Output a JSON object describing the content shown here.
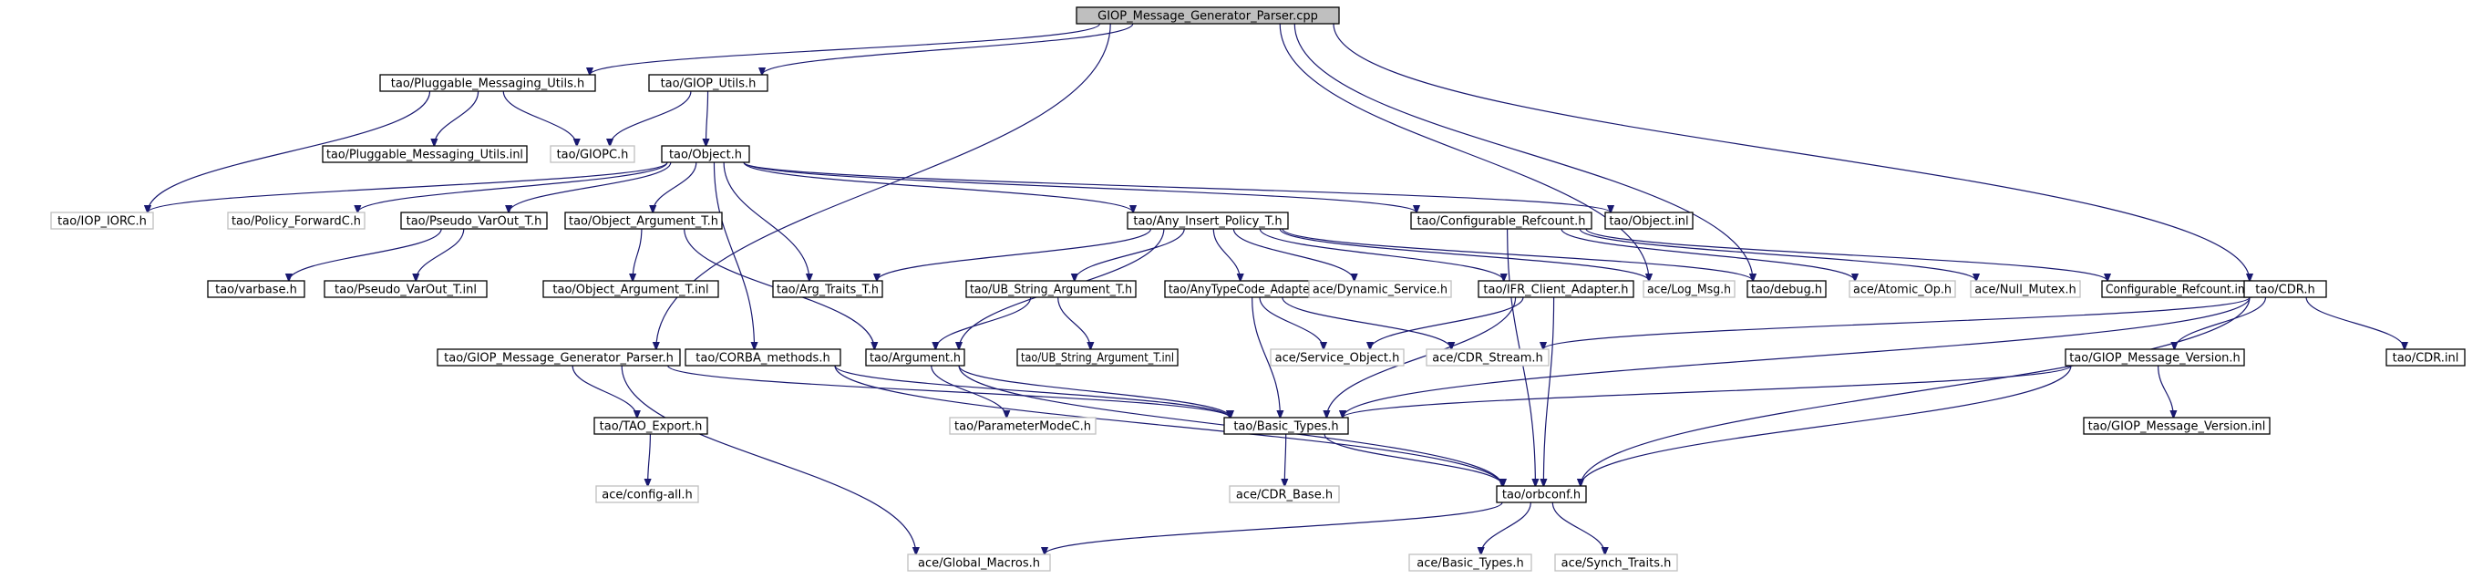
{
  "diagram": {
    "colors": {
      "edge": "#191970",
      "node_border": "#000000",
      "external_border": "#bfbfbf",
      "root_fill": "#bfbfbf",
      "text": "#000000"
    },
    "nodes": [
      {
        "id": "root",
        "label": "GIOP_Message_Generator_Parser.cpp",
        "style": "root"
      },
      {
        "id": "pmu",
        "label": "tao/Pluggable_Messaging_Utils.h",
        "style": "normal"
      },
      {
        "id": "giopu",
        "label": "tao/GIOP_Utils.h",
        "style": "normal"
      },
      {
        "id": "pmui",
        "label": "tao/Pluggable_Messaging_Utils.inl",
        "style": "normal"
      },
      {
        "id": "giopc",
        "label": "tao/GIOPC.h",
        "style": "external"
      },
      {
        "id": "obj",
        "label": "tao/Object.h",
        "style": "normal"
      },
      {
        "id": "iop",
        "label": "tao/IOP_IORC.h",
        "style": "external"
      },
      {
        "id": "pfwd",
        "label": "tao/Policy_ForwardC.h",
        "style": "external"
      },
      {
        "id": "pvo",
        "label": "tao/Pseudo_VarOut_T.h",
        "style": "normal"
      },
      {
        "id": "oat",
        "label": "tao/Object_Argument_T.h",
        "style": "normal"
      },
      {
        "id": "aip",
        "label": "tao/Any_Insert_Policy_T.h",
        "style": "normal"
      },
      {
        "id": "cref",
        "label": "tao/Configurable_Refcount.h",
        "style": "normal"
      },
      {
        "id": "objinl",
        "label": "tao/Object.inl",
        "style": "normal"
      },
      {
        "id": "varbase",
        "label": "tao/varbase.h",
        "style": "normal"
      },
      {
        "id": "pvoi",
        "label": "tao/Pseudo_VarOut_T.inl",
        "style": "normal"
      },
      {
        "id": "oati",
        "label": "tao/Object_Argument_T.inl",
        "style": "normal"
      },
      {
        "id": "argt",
        "label": "tao/Arg_Traits_T.h",
        "style": "normal"
      },
      {
        "id": "ubs",
        "label": "tao/UB_String_Argument_T.h",
        "style": "normal"
      },
      {
        "id": "atca",
        "label": "tao/AnyTypeCode_Adapter.h",
        "style": "normal"
      },
      {
        "id": "dyn",
        "label": "ace/Dynamic_Service.h",
        "style": "external"
      },
      {
        "id": "ifr",
        "label": "tao/IFR_Client_Adapter.h",
        "style": "normal"
      },
      {
        "id": "logmsg",
        "label": "ace/Log_Msg.h",
        "style": "external"
      },
      {
        "id": "debug",
        "label": "tao/debug.h",
        "style": "normal"
      },
      {
        "id": "atomic",
        "label": "ace/Atomic_Op.h",
        "style": "external"
      },
      {
        "id": "nullm",
        "label": "ace/Null_Mutex.h",
        "style": "external"
      },
      {
        "id": "crefi",
        "label": "Configurable_Refcount.inl",
        "style": "normal"
      },
      {
        "id": "cdr",
        "label": "tao/CDR.h",
        "style": "normal"
      },
      {
        "id": "gmgp",
        "label": "tao/GIOP_Message_Generator_Parser.h",
        "style": "normal"
      },
      {
        "id": "corbam",
        "label": "tao/CORBA_methods.h",
        "style": "normal"
      },
      {
        "id": "arg",
        "label": "tao/Argument.h",
        "style": "normal"
      },
      {
        "id": "ubsi",
        "label": "tao/UB_String_Argument_T.inl",
        "style": "normal"
      },
      {
        "id": "svcobj",
        "label": "ace/Service_Object.h",
        "style": "external"
      },
      {
        "id": "cdrstream",
        "label": "ace/CDR_Stream.h",
        "style": "external"
      },
      {
        "id": "gmv",
        "label": "tao/GIOP_Message_Version.h",
        "style": "normal"
      },
      {
        "id": "cdri",
        "label": "tao/CDR.inl",
        "style": "normal"
      },
      {
        "id": "taoexp",
        "label": "tao/TAO_Export.h",
        "style": "normal"
      },
      {
        "id": "pmodec",
        "label": "tao/ParameterModeC.h",
        "style": "external"
      },
      {
        "id": "btypes",
        "label": "tao/Basic_Types.h",
        "style": "normal"
      },
      {
        "id": "gmvi",
        "label": "tao/GIOP_Message_Version.inl",
        "style": "normal"
      },
      {
        "id": "cfgall",
        "label": "ace/config-all.h",
        "style": "external"
      },
      {
        "id": "cdrbase",
        "label": "ace/CDR_Base.h",
        "style": "external"
      },
      {
        "id": "orbconf",
        "label": "tao/orbconf.h",
        "style": "normal"
      },
      {
        "id": "gmac",
        "label": "ace/Global_Macros.h",
        "style": "external"
      },
      {
        "id": "abtypes",
        "label": "ace/Basic_Types.h",
        "style": "external"
      },
      {
        "id": "synch",
        "label": "ace/Synch_Traits.h",
        "style": "external"
      }
    ],
    "edges": [
      {
        "from": "root",
        "to": "pmu"
      },
      {
        "from": "root",
        "to": "giopu"
      },
      {
        "from": "root",
        "to": "gmgp"
      },
      {
        "from": "root",
        "to": "cdr"
      },
      {
        "from": "root",
        "to": "logmsg"
      },
      {
        "from": "root",
        "to": "debug"
      },
      {
        "from": "pmu",
        "to": "pmui"
      },
      {
        "from": "pmu",
        "to": "giopc"
      },
      {
        "from": "pmu",
        "to": "iop"
      },
      {
        "from": "giopu",
        "to": "giopc"
      },
      {
        "from": "giopu",
        "to": "obj"
      },
      {
        "from": "obj",
        "to": "iop"
      },
      {
        "from": "obj",
        "to": "pfwd"
      },
      {
        "from": "obj",
        "to": "pvo"
      },
      {
        "from": "obj",
        "to": "oat"
      },
      {
        "from": "obj",
        "to": "argt"
      },
      {
        "from": "obj",
        "to": "aip"
      },
      {
        "from": "obj",
        "to": "cref"
      },
      {
        "from": "obj",
        "to": "objinl"
      },
      {
        "from": "obj",
        "to": "corbam"
      },
      {
        "from": "pvo",
        "to": "varbase"
      },
      {
        "from": "pvo",
        "to": "pvoi"
      },
      {
        "from": "oat",
        "to": "oati"
      },
      {
        "from": "oat",
        "to": "arg"
      },
      {
        "from": "aip",
        "to": "argt"
      },
      {
        "from": "aip",
        "to": "arg"
      },
      {
        "from": "aip",
        "to": "ubs"
      },
      {
        "from": "aip",
        "to": "atca"
      },
      {
        "from": "aip",
        "to": "dyn"
      },
      {
        "from": "aip",
        "to": "ifr"
      },
      {
        "from": "aip",
        "to": "logmsg"
      },
      {
        "from": "aip",
        "to": "debug"
      },
      {
        "from": "cref",
        "to": "atomic"
      },
      {
        "from": "cref",
        "to": "nullm"
      },
      {
        "from": "cref",
        "to": "crefi"
      },
      {
        "from": "cref",
        "to": "orbconf"
      },
      {
        "from": "ubs",
        "to": "arg"
      },
      {
        "from": "ubs",
        "to": "ubsi"
      },
      {
        "from": "atca",
        "to": "svcobj"
      },
      {
        "from": "atca",
        "to": "cdrstream"
      },
      {
        "from": "atca",
        "to": "btypes"
      },
      {
        "from": "ifr",
        "to": "svcobj"
      },
      {
        "from": "ifr",
        "to": "btypes"
      },
      {
        "from": "ifr",
        "to": "orbconf"
      },
      {
        "from": "cdr",
        "to": "cdrstream"
      },
      {
        "from": "cdr",
        "to": "gmv"
      },
      {
        "from": "cdr",
        "to": "cdri"
      },
      {
        "from": "cdr",
        "to": "btypes"
      },
      {
        "from": "cdr",
        "to": "orbconf"
      },
      {
        "from": "gmgp",
        "to": "taoexp"
      },
      {
        "from": "gmgp",
        "to": "btypes"
      },
      {
        "from": "gmgp",
        "to": "gmac"
      },
      {
        "from": "corbam",
        "to": "btypes"
      },
      {
        "from": "corbam",
        "to": "orbconf"
      },
      {
        "from": "arg",
        "to": "pmodec"
      },
      {
        "from": "arg",
        "to": "btypes"
      },
      {
        "from": "arg",
        "to": "orbconf"
      },
      {
        "from": "gmv",
        "to": "gmvi"
      },
      {
        "from": "gmv",
        "to": "btypes"
      },
      {
        "from": "gmv",
        "to": "orbconf"
      },
      {
        "from": "taoexp",
        "to": "cfgall"
      },
      {
        "from": "btypes",
        "to": "cdrbase"
      },
      {
        "from": "btypes",
        "to": "orbconf"
      },
      {
        "from": "orbconf",
        "to": "gmac"
      },
      {
        "from": "orbconf",
        "to": "abtypes"
      },
      {
        "from": "orbconf",
        "to": "synch"
      }
    ]
  }
}
